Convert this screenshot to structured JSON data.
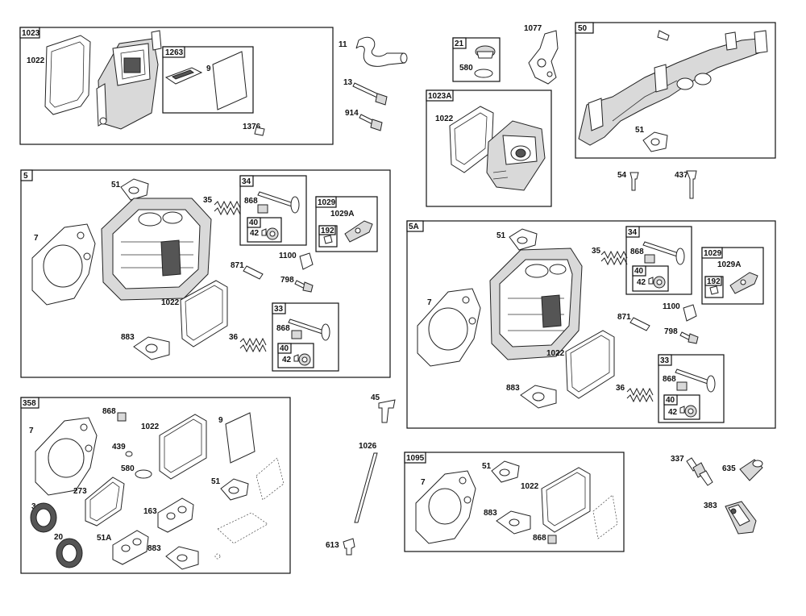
{
  "groups": {
    "g1023": {
      "tag": "1023",
      "l1022": "1022",
      "l1376": "1376",
      "l9": "9",
      "sub1263": {
        "tag": "1263"
      }
    },
    "g21": {
      "tag": "21",
      "l580": "580"
    },
    "g1023A": {
      "tag": "1023A",
      "l1022": "1022"
    },
    "g50": {
      "tag": "50",
      "l51": "51"
    },
    "g5": {
      "tag": "5",
      "l51": "51",
      "l35": "35",
      "l7": "7",
      "l871": "871",
      "l1100": "1100",
      "l798": "798",
      "l1022": "1022",
      "l883": "883",
      "l36": "36",
      "sub34": {
        "tag": "34",
        "l868": "868",
        "sub40": {
          "tag": "40",
          "l42": "42"
        }
      },
      "sub1029": {
        "tag": "1029",
        "l1029A": "1029A",
        "sub192": {
          "tag": "192"
        }
      },
      "sub33": {
        "tag": "33",
        "l868": "868",
        "sub40": {
          "tag": "40",
          "l42": "42"
        }
      }
    },
    "g5A": {
      "tag": "5A",
      "l51": "51",
      "l35": "35",
      "l7": "7",
      "l871": "871",
      "l1100": "1100",
      "l798": "798",
      "l1022": "1022",
      "l883": "883",
      "l36": "36",
      "sub34": {
        "tag": "34",
        "l868": "868",
        "sub40": {
          "tag": "40",
          "l42": "42"
        }
      },
      "sub1029": {
        "tag": "1029",
        "l1029A": "1029A",
        "sub192": {
          "tag": "192"
        }
      },
      "sub33": {
        "tag": "33",
        "l868": "868",
        "sub40": {
          "tag": "40",
          "l42": "42"
        }
      }
    },
    "g358": {
      "tag": "358",
      "l7": "7",
      "l868": "868",
      "l1022": "1022",
      "l9": "9",
      "l439": "439",
      "l580": "580",
      "l273": "273",
      "l51": "51",
      "l3": "3",
      "l163": "163",
      "l20": "20",
      "l51A": "51A",
      "l883": "883"
    },
    "g1095": {
      "tag": "1095",
      "l7": "7",
      "l51": "51",
      "l1022": "1022",
      "l883": "883",
      "l868": "868"
    }
  },
  "loose": {
    "l11": "11",
    "l13": "13",
    "l914": "914",
    "l1077": "1077",
    "l54": "54",
    "l437": "437",
    "l45": "45",
    "l1026": "1026",
    "l613": "613",
    "l337": "337",
    "l635": "635",
    "l383": "383"
  }
}
